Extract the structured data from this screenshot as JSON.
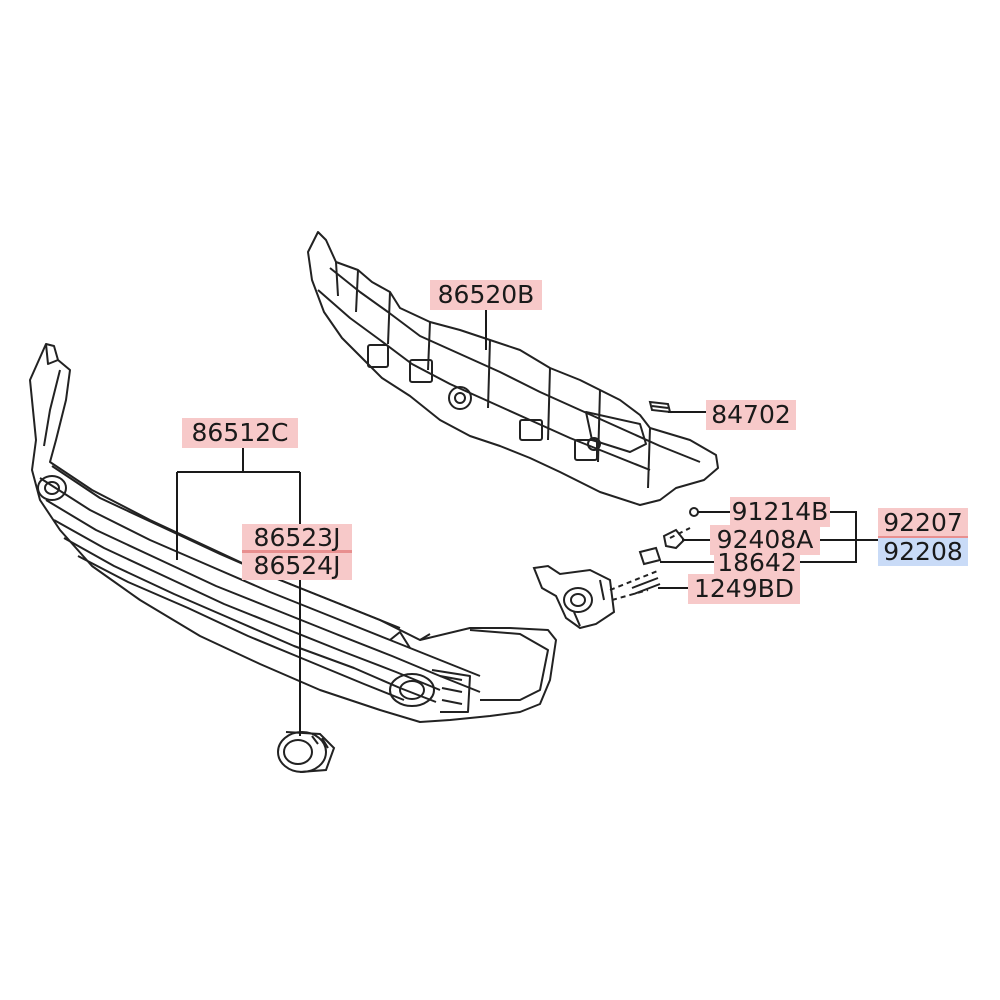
{
  "diagram": {
    "part_labels": {
      "p86520B": "86520B",
      "p84702": "84702",
      "p86512C": "86512C",
      "p86523J": "86523J",
      "p86524J": "86524J",
      "p91214B": "91214B",
      "p92408A": "92408A",
      "p18642": "18642",
      "p1249BD": "1249BD",
      "p92207": "92207",
      "p92208": "92208"
    },
    "highlight_colors": {
      "red": "#f7c9c9",
      "blue": "#c9dbf7",
      "line": "#1a1a1a"
    }
  }
}
